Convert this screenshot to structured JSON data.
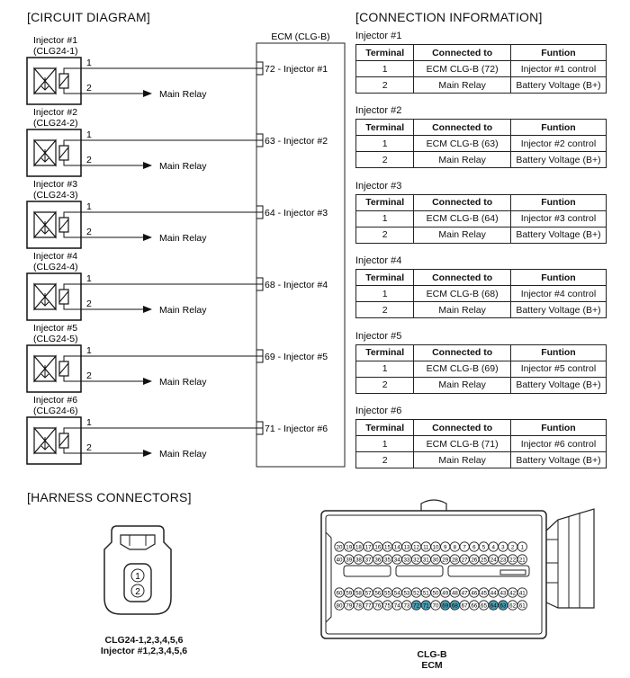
{
  "sections": {
    "circuit": "[CIRCUIT DIAGRAM]",
    "connection": "[CONNECTION INFORMATION]",
    "harness": "[HARNESS CONNECTORS]"
  },
  "ecm_label": "ECM (CLG-B)",
  "injectors": [
    {
      "name": "Injector #1",
      "code": "(CLG24-1)",
      "pin1": "1",
      "pin2": "2",
      "relay": "Main Relay",
      "ecm_pin": "72 - Injector #1"
    },
    {
      "name": "Injector #2",
      "code": "(CLG24-2)",
      "pin1": "1",
      "pin2": "2",
      "relay": "Main Relay",
      "ecm_pin": "63 - Injector #2"
    },
    {
      "name": "Injector #3",
      "code": "(CLG24-3)",
      "pin1": "1",
      "pin2": "2",
      "relay": "Main Relay",
      "ecm_pin": "64 - Injector #3"
    },
    {
      "name": "Injector #4",
      "code": "(CLG24-4)",
      "pin1": "1",
      "pin2": "2",
      "relay": "Main Relay",
      "ecm_pin": "68 - Injector #4"
    },
    {
      "name": "Injector #5",
      "code": "(CLG24-5)",
      "pin1": "1",
      "pin2": "2",
      "relay": "Main Relay",
      "ecm_pin": "69 - Injector #5"
    },
    {
      "name": "Injector #6",
      "code": "(CLG24-6)",
      "pin1": "1",
      "pin2": "2",
      "relay": "Main Relay",
      "ecm_pin": "71 - Injector #6"
    }
  ],
  "connection_headers": [
    "Terminal",
    "Connected to",
    "Funtion"
  ],
  "connections": [
    {
      "label": "Injector #1",
      "rows": [
        [
          "1",
          "ECM CLG-B (72)",
          "Injector #1 control"
        ],
        [
          "2",
          "Main Relay",
          "Battery Voltage (B+)"
        ]
      ]
    },
    {
      "label": "Injector #2",
      "rows": [
        [
          "1",
          "ECM CLG-B (63)",
          "Injector #2 control"
        ],
        [
          "2",
          "Main Relay",
          "Battery Voltage (B+)"
        ]
      ]
    },
    {
      "label": "Injector #3",
      "rows": [
        [
          "1",
          "ECM CLG-B (64)",
          "Injector #3 control"
        ],
        [
          "2",
          "Main Relay",
          "Battery Voltage (B+)"
        ]
      ]
    },
    {
      "label": "Injector #4",
      "rows": [
        [
          "1",
          "ECM CLG-B (68)",
          "Injector #4 control"
        ],
        [
          "2",
          "Main Relay",
          "Battery Voltage (B+)"
        ]
      ]
    },
    {
      "label": "Injector #5",
      "rows": [
        [
          "1",
          "ECM CLG-B (69)",
          "Injector #5 control"
        ],
        [
          "2",
          "Main Relay",
          "Battery Voltage (B+)"
        ]
      ]
    },
    {
      "label": "Injector #6",
      "rows": [
        [
          "1",
          "ECM CLG-B (71)",
          "Injector #6 control"
        ],
        [
          "2",
          "Main Relay",
          "Battery Voltage (B+)"
        ]
      ]
    }
  ],
  "harness": {
    "small_connector": {
      "pins": [
        "1",
        "2"
      ],
      "caption_line1": "CLG24-1,2,3,4,5,6",
      "caption_line2": "Injector #1,2,3,4,5,6"
    },
    "ecm_connector": {
      "row1": [
        "20",
        "19",
        "18",
        "17",
        "16",
        "15",
        "14",
        "13",
        "12",
        "11",
        "10",
        "9",
        "8",
        "7",
        "6",
        "5",
        "4",
        "3",
        "2",
        "1"
      ],
      "row2": [
        "40",
        "39",
        "38",
        "37",
        "36",
        "35",
        "34",
        "33",
        "32",
        "31",
        "30",
        "29",
        "28",
        "27",
        "26",
        "25",
        "24",
        "23",
        "22",
        "21"
      ],
      "row3": [
        "60",
        "59",
        "58",
        "57",
        "56",
        "55",
        "54",
        "53",
        "52",
        "51",
        "50",
        "49",
        "48",
        "47",
        "46",
        "45",
        "44",
        "43",
        "42",
        "41"
      ],
      "row4": [
        "80",
        "79",
        "78",
        "77",
        "76",
        "75",
        "74",
        "73",
        "72",
        "71",
        "70",
        "69",
        "68",
        "67",
        "66",
        "65",
        "64",
        "63",
        "62",
        "61"
      ],
      "highlighted": [
        "72",
        "71",
        "69",
        "68",
        "64",
        "63"
      ],
      "highlight_color": "#4a9fb5",
      "caption_line1": "CLG-B",
      "caption_line2": "ECM"
    }
  }
}
